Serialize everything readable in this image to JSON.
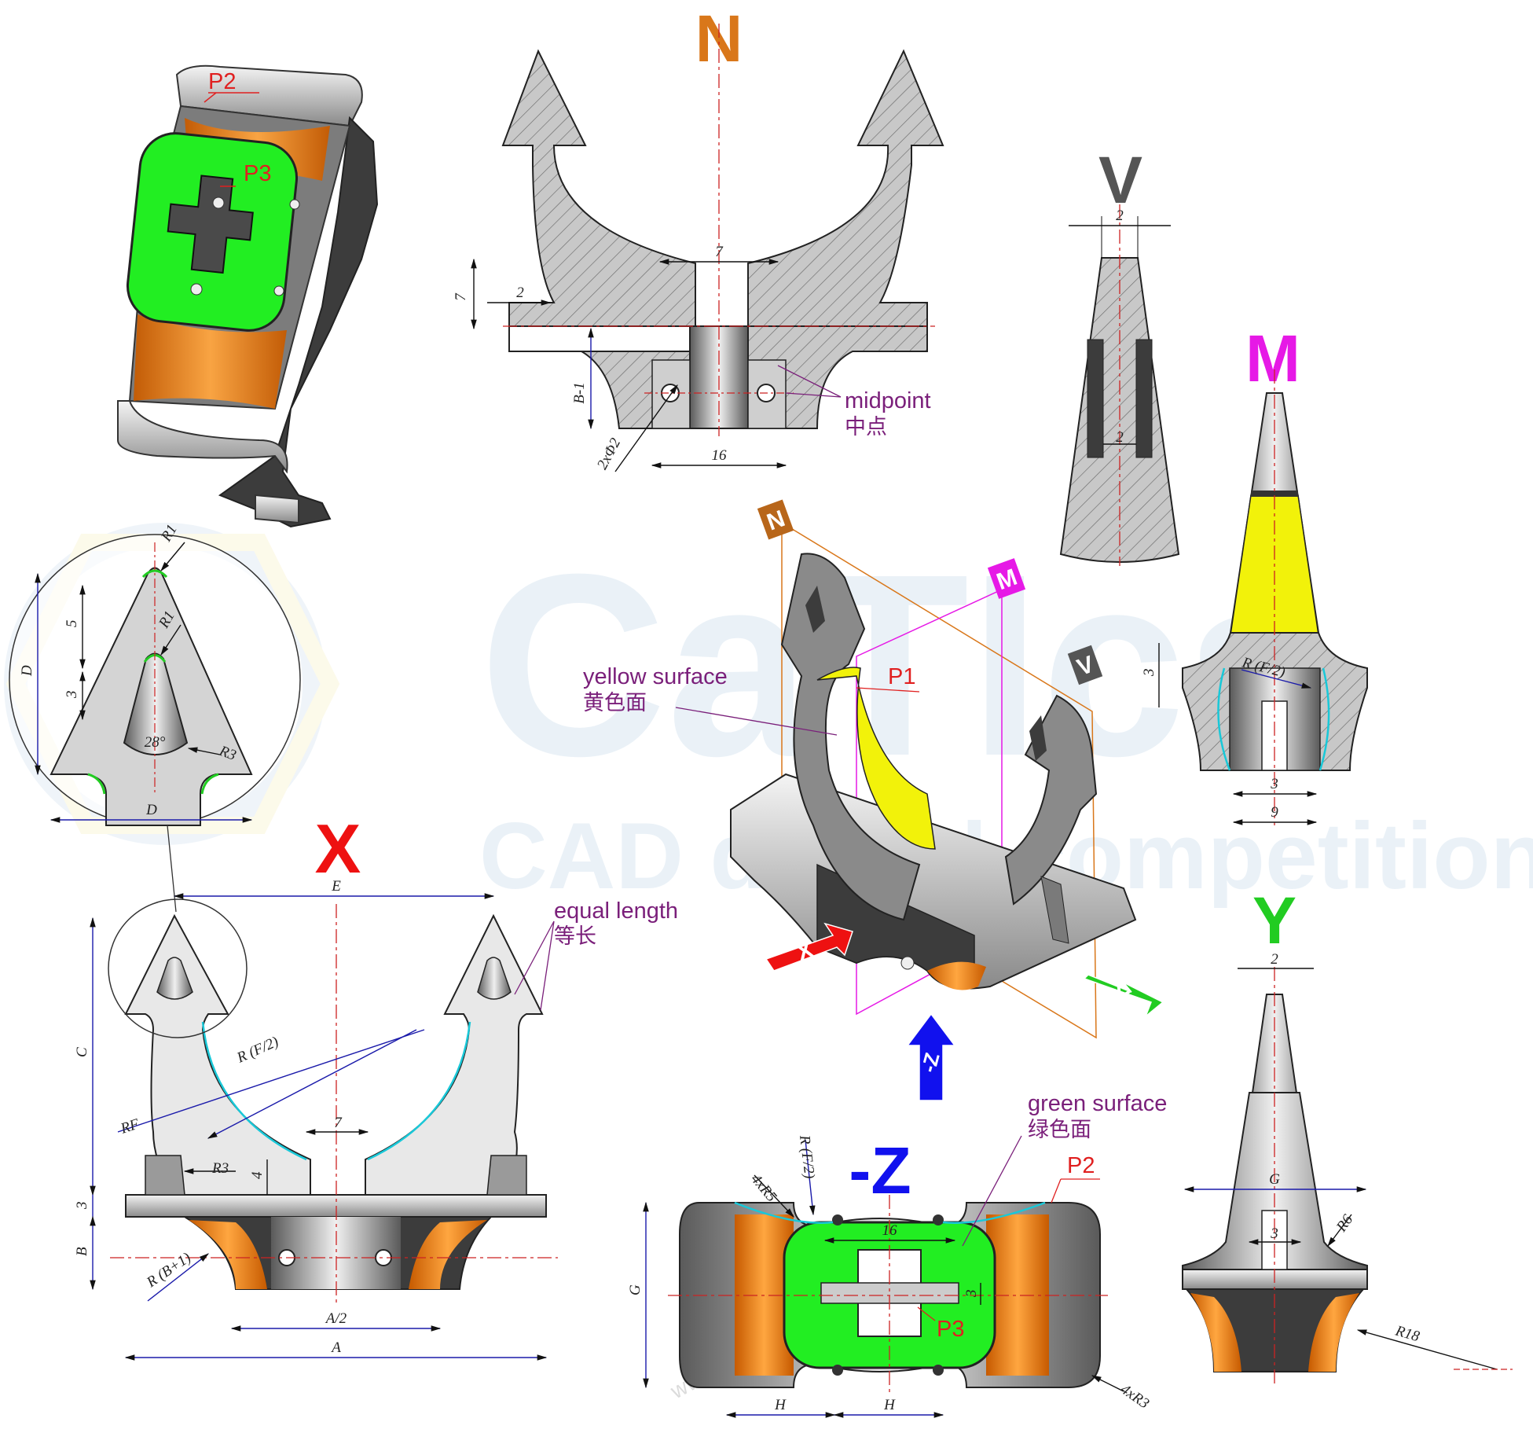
{
  "watermark": {
    "brand": "CaTIcs",
    "subtitle": "CAD digital competition",
    "site": "www.nieliu.net"
  },
  "view_labels": {
    "n": "N",
    "v": "V",
    "m": "M",
    "x": "X",
    "y": "Y",
    "minus_z": "-Z"
  },
  "axis_tags": {
    "x": "X",
    "y": "Y",
    "minus_z": "-Z",
    "n": "N",
    "m": "M",
    "v": "V"
  },
  "points": {
    "p1": "P1",
    "p2_iso": "P2",
    "p3_iso": "P3",
    "p2_z": "P2",
    "p3_z": "P3"
  },
  "notes": {
    "midpoint_en": "midpoint",
    "midpoint_zh": "中点",
    "yellow_en": "yellow surface",
    "yellow_zh": "黄色面",
    "equal_en": "equal length",
    "equal_zh": "等长",
    "green_en": "green surface",
    "green_zh": "绿色面"
  },
  "dims": {
    "n": {
      "top_slot": "7",
      "height": "7",
      "step": "2",
      "b1": "B-1",
      "holes": "2xΦ2",
      "width": "16"
    },
    "v": {
      "top": "2",
      "inner": "2"
    },
    "m": {
      "rf2": "R (F/2)",
      "h3": "3",
      "slot": "3",
      "base": "9"
    },
    "detail": {
      "r1_top": "R1",
      "r1_inner": "R1",
      "five": "5",
      "three": "3",
      "d_vert": "D",
      "angle": "28°",
      "r3": "R3",
      "d_horiz": "D"
    },
    "x": {
      "e": "E",
      "c": "C",
      "rf2": "R (F/2)",
      "rf": "RF",
      "seven": "7",
      "r3": "R3",
      "four": "4",
      "three": "3",
      "b": "B",
      "rb1": "R (B+1)",
      "a2": "A/2",
      "a": "A"
    },
    "z": {
      "r5": "4xR5",
      "rf2": "R (F/2)",
      "sixteen": "16",
      "three": "3",
      "g": "G",
      "h1": "H",
      "h2": "H",
      "r3": "4xR3"
    },
    "y": {
      "top": "2",
      "g": "G",
      "slot": "3",
      "r6": "R6",
      "r18": "R18"
    }
  },
  "colors": {
    "n_label": "#d9771a",
    "v_label": "#555555",
    "m_label": "#e619e6",
    "x_label": "#ee1111",
    "y_label": "#22cc22",
    "z_label": "#1111ee",
    "green_face": "#22ee22",
    "yellow_face": "#f2f20a",
    "orange_face": "#e07a10",
    "hatch": "#666666",
    "dim_line": "#1a1aaa",
    "center_line": "#cc2222",
    "note_text": "#7a1f7a",
    "point_text": "#e02020",
    "fillet_cyan": "#19c8d8",
    "fillet_green": "#22cc22"
  }
}
